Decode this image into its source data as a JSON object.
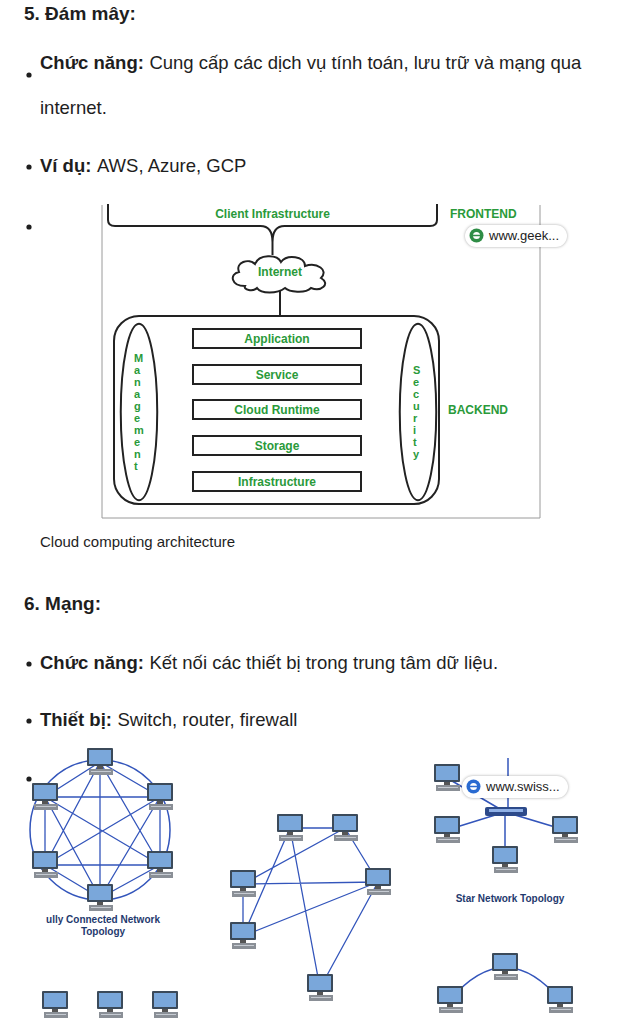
{
  "diagram": {
    "title": "5. Đám mây:",
    "caption": "Cloud computing architecture",
    "nodes": [
      {
        "text": [
          "Client Infrastructure",
          "FRONTEND"
        ]
      },
      {
        "text": [
          "Internet"
        ]
      },
      {
        "text": [
          "BACKEND"
        ]
      },
      {
        "text": [
          "Management"
        ],
        "in": 2
      },
      {
        "text": [
          "Application"
        ],
        "in": 2
      },
      {
        "text": [
          "Service"
        ],
        "in": 2
      },
      {
        "text": [
          "Cloud Runtime"
        ],
        "in": 2
      },
      {
        "text": [
          "Storage"
        ],
        "in": 2
      },
      {
        "text": [
          "Infrastructure"
        ],
        "in": 2
      },
      {
        "text": [
          "Security"
        ],
        "in": 2
      }
    ],
    "edges": [
      {
        "from": 0,
        "to": 1,
        "arrow": "none"
      },
      {
        "from": 1,
        "to": 2,
        "arrow": "none"
      }
    ],
    "labels": [
      "Chức năng:",
      "Cung cấp các dịch vụ tính toán, lưu trữ và mạng qua internet.",
      "Ví dụ:",
      "AWS, Azure, GCP",
      "www.geek...",
      "6. Mạng:",
      "Chức năng:",
      "Kết nối các thiết bị trong trung tâm dữ liệu.",
      "Thiết bị:",
      "Switch, router, firewall",
      "ully Connected Network Topology",
      "Star Network Topology",
      "www.swiss..."
    ]
  }
}
